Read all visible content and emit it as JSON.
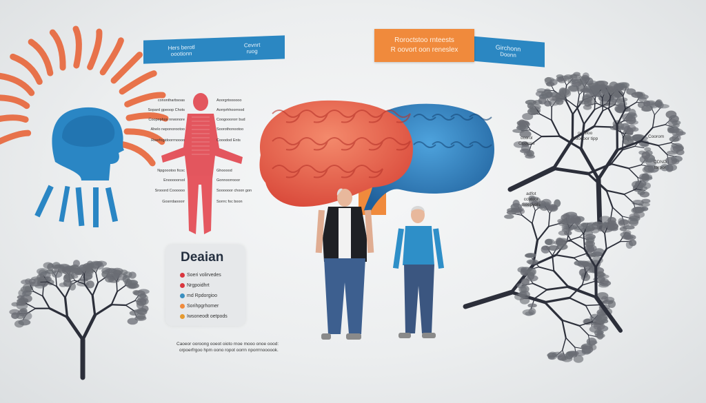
{
  "colors": {
    "accent_blue": "#2b87c2",
    "accent_orange": "#f08a3c",
    "brain_red": "#e8604a",
    "brain_blue": "#2f7fbf",
    "tree": "#2c2f3a"
  },
  "banner_left": {
    "col1": [
      "Hers berotl",
      "oootionn"
    ],
    "col2": [
      "Cevnrt",
      "ruog"
    ]
  },
  "orange_box": {
    "lines": [
      "Roroctstoo rnteests",
      "R oovort oon reneslex"
    ]
  },
  "banner_right": {
    "lines": [
      "Girchonn",
      "Doonn"
    ]
  },
  "body_labels": {
    "left": [
      "conontharbsoas",
      "Sopard gpeoop Chots",
      "Coopephos nrwonore",
      "Ahelo neponorootoo",
      "Roerfogidoorrnoooo",
      "Npgoootoo ficoc",
      "Enooooorsol",
      "Srooord Coooooo",
      "Gosrrdaooorr"
    ],
    "right": [
      "Aoorgrtoooooo",
      "Aorrprhhoorrood",
      "Coogooororr bud",
      "Soorothonootoo",
      "Cooodod Ents",
      "Ghooood",
      "Gonnoorrooor",
      "Soooooor choon gon",
      "Sorrrc foc boon"
    ]
  },
  "legend": {
    "title": "Deaian",
    "items": [
      {
        "label": "Soeri volirvedes",
        "color": "#d9363e"
      },
      {
        "label": "Nrgpoidhrt",
        "color": "#d9363e"
      },
      {
        "label": "md Rpdorgioo",
        "color": "#3a8fc0"
      },
      {
        "label": "Sorihpgrhomer",
        "color": "#f08a3c"
      },
      {
        "label": "Iwsoneodt oetpods",
        "color": "#e59a30"
      }
    ]
  },
  "caption": [
    "Caoeor ooroong ooeot oioto rnoe mooo onoe oood:",
    "orpoerfrgoo hpm oono ropot oorrn nporrrnoooook."
  ],
  "tree_labels": [
    [
      "Coorom"
    ],
    [
      "ccorol",
      "Ccotoss"
    ],
    [
      "oc dfoo",
      "Cooooor tipp"
    ],
    [
      "CDND",
      "torpor"
    ],
    [
      "adfot",
      "ccotoor",
      "Seepyols"
    ]
  ],
  "icons": [
    "head-profile-icon",
    "human-body-icon",
    "brain-icon",
    "tree-icon",
    "person-icon"
  ]
}
